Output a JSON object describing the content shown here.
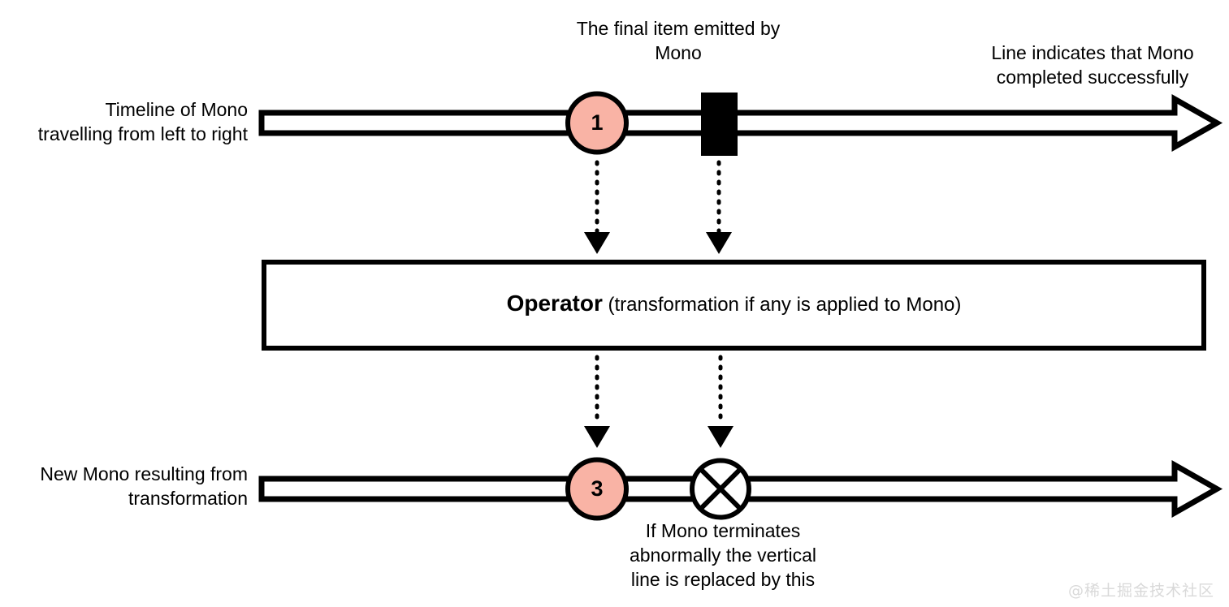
{
  "diagram": {
    "title_kind": "reactor-mono-marble-diagram",
    "colors": {
      "item_fill": "#F9B3A5",
      "stroke": "#000000",
      "background": "#FFFFFF",
      "watermark": "#D9D9D9"
    },
    "labels": {
      "top_center": "The final item emitted by\nMono",
      "top_right": "Line indicates that Mono\ncompleted successfully",
      "left_top": "Timeline of Mono\ntravelling from left to right",
      "left_bottom": "New Mono resulting from\ntransformation",
      "bottom_center": "If Mono terminates\nabnormally the vertical\nline is replaced by this"
    },
    "operator_box": {
      "bold_label": "Operator",
      "sub_label": " (transformation if any is applied to Mono)"
    },
    "source_timeline": {
      "name": "source-mono-timeline",
      "item_value": "1",
      "completion_marker": "vertical-bar",
      "arrow_direction": "right"
    },
    "result_timeline": {
      "name": "result-mono-timeline",
      "item_value": "3",
      "error_marker": "circle-x",
      "arrow_direction": "right"
    },
    "connectors": [
      {
        "name": "item-to-operator",
        "style": "dotted",
        "arrowhead": "filled-triangle"
      },
      {
        "name": "completion-to-operator",
        "style": "dotted",
        "arrowhead": "filled-triangle"
      },
      {
        "name": "operator-to-result-item",
        "style": "dotted",
        "arrowhead": "filled-triangle"
      },
      {
        "name": "operator-to-result-error",
        "style": "dotted",
        "arrowhead": "filled-triangle"
      }
    ],
    "watermark": "@稀土掘金技术社区"
  }
}
